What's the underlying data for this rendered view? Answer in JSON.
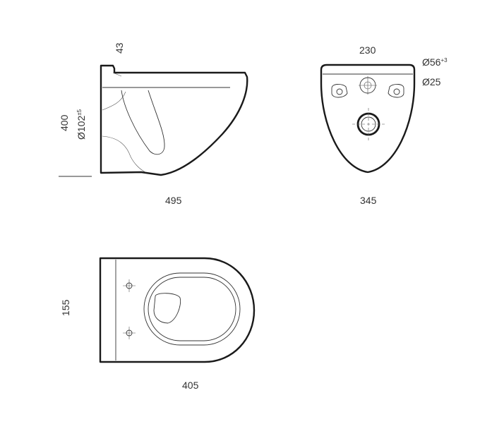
{
  "colors": {
    "line": "#1a1a1a",
    "text": "#333333",
    "background": "#ffffff"
  },
  "side_view": {
    "top_dim": "43",
    "height_dim": "400",
    "pipe_dim_symbol": "Ø",
    "pipe_dim_value": "102",
    "pipe_dim_tolerance": "±5",
    "length_dim": "495"
  },
  "rear_view": {
    "top_dim": "230",
    "hole_large_symbol": "Ø",
    "hole_large_value": "56",
    "hole_large_tolerance": "+3",
    "hole_small_label": "Ø25",
    "width_dim": "345"
  },
  "top_view": {
    "left_dim": "155",
    "bottom_dim": "405"
  }
}
